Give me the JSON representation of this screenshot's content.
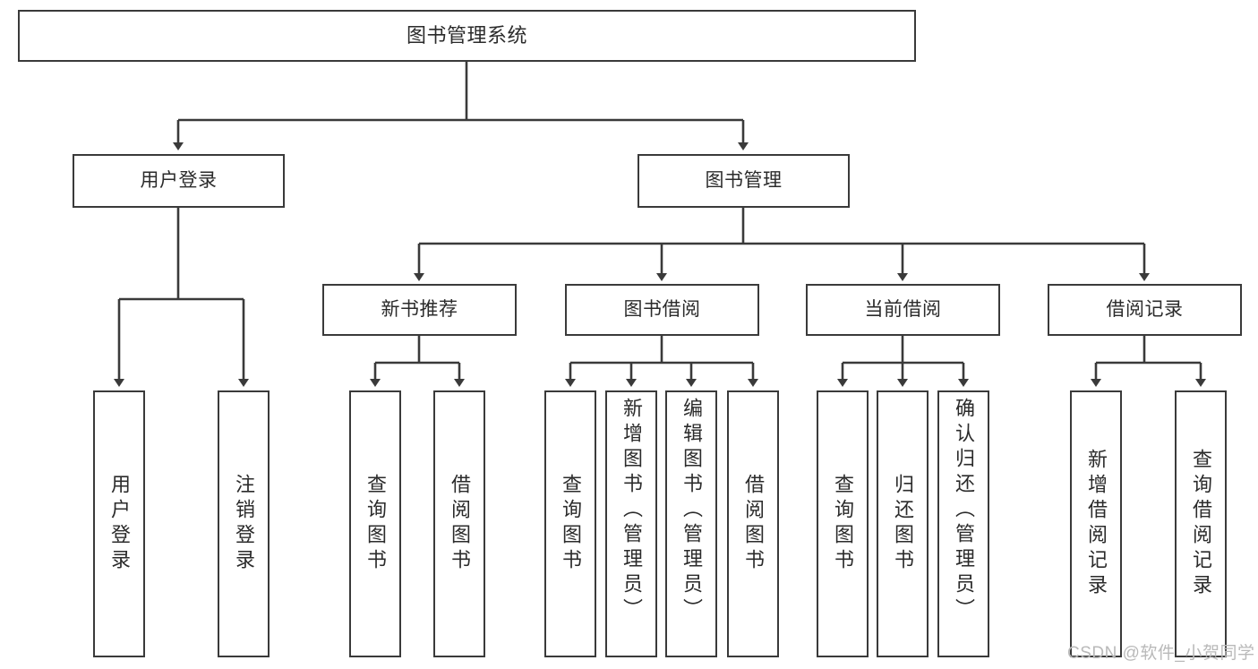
{
  "diagram": {
    "title": "图书管理系统",
    "type": "hierarchy-tree",
    "watermark": "CSDN @软件_小贺同学",
    "colors": {
      "box_border": "#3a3a3a",
      "box_fill": "#ffffff",
      "line": "#3a3a3a",
      "text": "#2b2b2b",
      "watermark": "#b9b9b9",
      "background": "#ffffff"
    },
    "nodes": {
      "root": {
        "label": "图书管理系统"
      },
      "level1": [
        {
          "id": "user-login",
          "label": "用户登录"
        },
        {
          "id": "book-manage",
          "label": "图书管理"
        }
      ],
      "level2": [
        {
          "id": "new-book-recommend",
          "label": "新书推荐"
        },
        {
          "id": "book-borrow",
          "label": "图书借阅"
        },
        {
          "id": "current-borrow",
          "label": "当前借阅"
        },
        {
          "id": "borrow-record",
          "label": "借阅记录"
        }
      ],
      "leaves": {
        "user-login": [
          {
            "id": "leaf-user-login",
            "label": "用户登录"
          },
          {
            "id": "leaf-logout-login",
            "label": "注销登录"
          }
        ],
        "new-book-recommend": [
          {
            "id": "leaf-query-book-1",
            "label": "查询图书"
          },
          {
            "id": "leaf-borrow-book-1",
            "label": "借阅图书"
          }
        ],
        "book-borrow": [
          {
            "id": "leaf-query-book-2",
            "label": "查询图书"
          },
          {
            "id": "leaf-add-book-admin",
            "label": "新增图书（管理员）"
          },
          {
            "id": "leaf-edit-book-admin",
            "label": "编辑图书（管理员）"
          },
          {
            "id": "leaf-borrow-book-2",
            "label": "借阅图书"
          }
        ],
        "current-borrow": [
          {
            "id": "leaf-query-book-3",
            "label": "查询图书"
          },
          {
            "id": "leaf-return-book",
            "label": "归还图书"
          },
          {
            "id": "leaf-confirm-return-admin",
            "label": "确认归还（管理员）"
          }
        ],
        "borrow-record": [
          {
            "id": "leaf-add-borrow-record",
            "label": "新增借阅记录"
          },
          {
            "id": "leaf-query-borrow-record",
            "label": "查询借阅记录"
          }
        ]
      }
    }
  }
}
